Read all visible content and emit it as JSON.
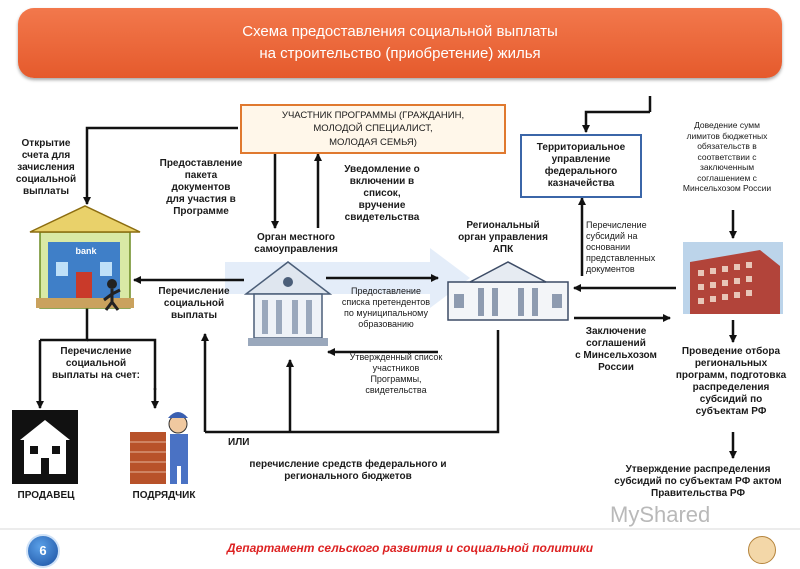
{
  "title": {
    "line1": "Схема предоставления социальной выплаты",
    "line2": "на строительство (приобретение) жилья"
  },
  "participant": {
    "line1": "УЧАСТНИК ПРОГРАММЫ (ГРАЖДАНИН,",
    "line2": "МОЛОДОЙ СПЕЦИАЛИСТ,",
    "line3": "МОЛОДАЯ СЕМЬЯ)"
  },
  "treasury": {
    "line1": "Территориальное",
    "line2": "управление",
    "line3": "федерального",
    "line4": "казначейства"
  },
  "labels": {
    "open_account": [
      "Открытие",
      "счета для",
      "зачисления",
      "социальной",
      "выплаты"
    ],
    "docs": [
      "Предоставление",
      "пакета",
      "документов",
      "для участия в",
      "Программе"
    ],
    "notify": [
      "Уведомление о",
      "включении в",
      "список,",
      "вручение",
      "свидетельства"
    ],
    "local_org": [
      "Орган местного",
      "самоуправления"
    ],
    "regional_org": [
      "Региональный",
      "орган управления",
      "АПК"
    ],
    "subsidy_transfer": [
      "Перечисление",
      "субсидий на",
      "основании",
      "представленных",
      "документов"
    ],
    "limits": [
      "Доведение сумм",
      "лимитов бюджетных",
      "обязательств  в",
      "соответствии с",
      "заключенным",
      "соглашением с",
      "Минсельхозом России"
    ],
    "social_transfer": [
      "Перечисление",
      "социальной",
      "выплаты"
    ],
    "applicants_list": [
      "Предоставление",
      "списка претендентов",
      "по муниципальному",
      "образованию"
    ],
    "agreement": [
      "Заключение",
      "соглашений",
      "с Минсельхозом",
      "России"
    ],
    "selection": [
      "Проведение отбора",
      "региональных",
      "программ, подготовка",
      "распределения",
      "субсидий по",
      "субъектам РФ"
    ],
    "to_account": [
      "Перечисление",
      "социальной",
      "выплаты на счет:"
    ],
    "approved_list": [
      "Утвержденный  список",
      "участников",
      "Программы,",
      "свидетельства"
    ],
    "or": "ИЛИ",
    "funds": [
      "перечисление средств федерального и",
      "регионального бюджетов"
    ],
    "approval": [
      "Утверждение распределения",
      "субсидий по субъектам РФ актом",
      "Правительства РФ"
    ],
    "seller": "ПРОДАВЕЦ",
    "contractor": "ПОДРЯДЧИК",
    "bank": "bank"
  },
  "footer": {
    "text": "Департамент сельского развития и социальной политики",
    "page": "6"
  },
  "watermark": "MyShared",
  "colors": {
    "title_bg": "#e8633a",
    "footer_text": "#dd2222",
    "participant_border": "#e0792f",
    "treasury_border": "#3b66a8",
    "arrow": "#111111",
    "page_badge": "#1a4fa0"
  }
}
